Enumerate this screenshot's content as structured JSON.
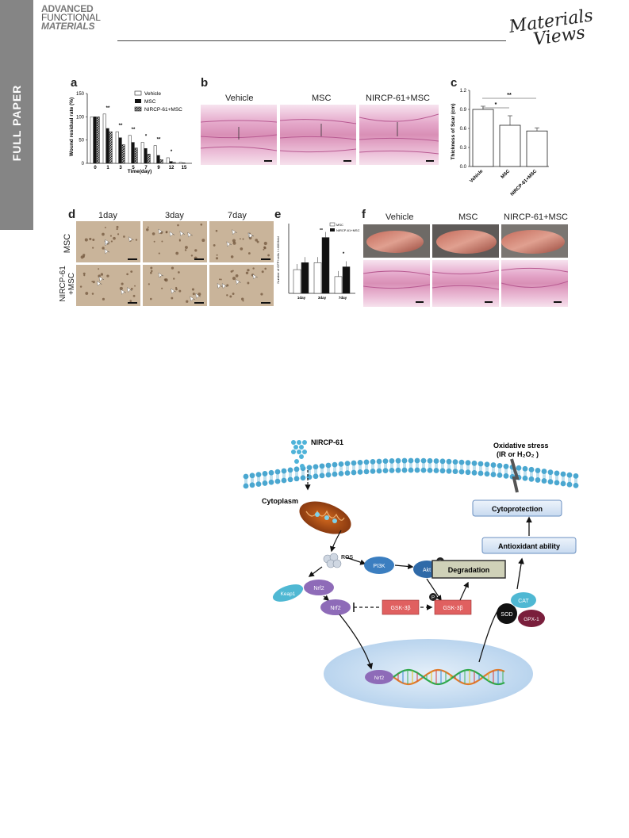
{
  "sidebar": {
    "label": "FULL PAPER"
  },
  "header": {
    "journal_logo": [
      "ADVANCED",
      "FUNCTIONAL",
      "MATERIALS"
    ],
    "publisher_logo": [
      "Materials",
      "Views"
    ]
  },
  "colors": {
    "sidebar": "#858585",
    "he_stain": "#d98fb6",
    "ihc_bg": "#c9b49a",
    "nucleus": "#cfe3f5",
    "node_red": "#e06060",
    "node_purple": "#8e6bb8",
    "node_blue": "#3b7ec0",
    "node_dark": "#7a1f3c",
    "cytoprotection_box": "#d8e6f5"
  },
  "figure": {
    "a": {
      "label": "a",
      "ylabel": "Wound residual rate (%)",
      "xlabel": "Time(day)",
      "legend": [
        "Vehicle",
        "MSC",
        "NIRCP-61+MSC"
      ],
      "sig": [
        "**",
        "**",
        "**",
        "*",
        "**",
        "*"
      ]
    },
    "b": {
      "label": "b",
      "columns": [
        "Vehicle",
        "MSC",
        "NIRCP-61+MSC"
      ]
    },
    "c": {
      "label": "c",
      "ylabel": "Thickness of Scar (cm)",
      "sig_top": "**",
      "sig_mid": "*"
    },
    "d": {
      "label": "d",
      "columns": [
        "1day",
        "3day",
        "7day"
      ],
      "rows": [
        "MSC",
        "NIRCP-61\n+MSC"
      ]
    },
    "e": {
      "label": "e",
      "ylabel": "Number of GFP+cells / ×400 field",
      "legend": [
        "MSC",
        "NIRCP-61+MSC"
      ],
      "sig": [
        "**",
        "*"
      ]
    },
    "f": {
      "label": "f",
      "columns": [
        "Vehicle",
        "MSC",
        "NIRCP-61+MSC"
      ]
    }
  },
  "chart_data": [
    {
      "type": "bar",
      "panel": "a",
      "ylabel": "Wound residual rate (%)",
      "xlabel": "Time(day)",
      "categories": [
        "0",
        "1",
        "3",
        "5",
        "7",
        "9",
        "12",
        "15"
      ],
      "ylim": [
        0,
        150
      ],
      "yticks": [
        "0",
        "50",
        "100",
        "150"
      ],
      "series": [
        {
          "name": "Vehicle",
          "values": [
            100,
            106,
            68,
            60,
            45,
            38,
            12,
            2
          ]
        },
        {
          "name": "MSC",
          "values": [
            100,
            75,
            55,
            45,
            32,
            17,
            4,
            1
          ]
        },
        {
          "name": "NIRCP-61+MSC",
          "values": [
            100,
            68,
            40,
            33,
            20,
            8,
            2,
            0
          ]
        }
      ]
    },
    {
      "type": "bar",
      "panel": "c",
      "ylabel": "Thickness of Scar (cm)",
      "categories": [
        "Vehicle",
        "MSC",
        "NIRCP-61+MSC"
      ],
      "values": [
        0.9,
        0.65,
        0.56
      ],
      "ylim": [
        0,
        1.2
      ],
      "yticks": [
        "0.0",
        "0.3",
        "0.6",
        "0.9",
        "1.2"
      ]
    },
    {
      "type": "bar",
      "panel": "e",
      "ylabel": "Number of GFP+cells / ×400 field",
      "categories": [
        "1day",
        "3day",
        "7day"
      ],
      "series": [
        {
          "name": "MSC",
          "values": [
            17,
            22,
            12
          ]
        },
        {
          "name": "NIRCP-61+MSC",
          "values": [
            22,
            40,
            19
          ]
        }
      ]
    }
  ],
  "scheme": {
    "nircp": "NIRCP-61",
    "oxidative": [
      "Oxidative stress",
      "(IR or H₂O₂ )"
    ],
    "cytoplasm": "Cytoplasm",
    "cytoprotection": "Cytoprotection",
    "antioxidant": "Antioxidant ability",
    "degradation": "Degradation",
    "ros": "ROS",
    "pi3k": "PI3K",
    "akt": "Akt",
    "p": "P",
    "keap1": "Keap1",
    "nrf2": "Nrf2",
    "gsk": "GSK-3β",
    "cat": "CAT",
    "sod": "SOD",
    "gpx": "GPX-1"
  }
}
